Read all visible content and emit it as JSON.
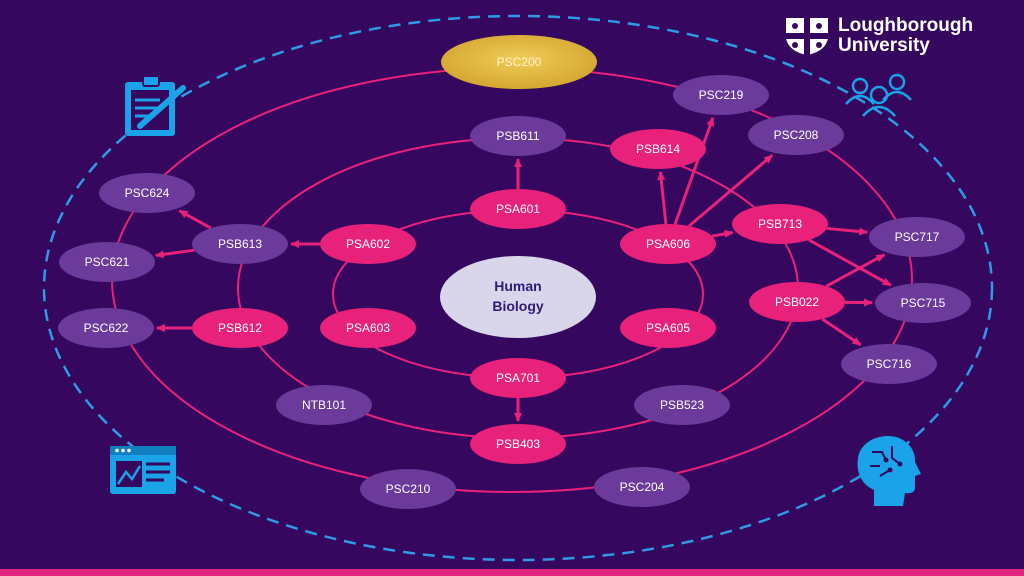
{
  "brand": {
    "name_line1": "Loughborough",
    "name_line2": "University"
  },
  "colors": {
    "background": "#35075e",
    "accent_pink": "#e8217a",
    "node_purple": "#6c3a9a",
    "node_gold": "#e0b43c",
    "center_node": "#d9d6ec",
    "dashed_outline": "#2f9be6",
    "icon_blue": "#1aa3e8"
  },
  "diagram": {
    "center": {
      "line1": "Human",
      "line2": "Biology"
    },
    "nodes": [
      {
        "id": "PSC200",
        "label": "PSC200",
        "style": "gold"
      },
      {
        "id": "PSC219",
        "label": "PSC219",
        "style": "purple"
      },
      {
        "id": "PSC208",
        "label": "PSC208",
        "style": "purple"
      },
      {
        "id": "PSB611",
        "label": "PSB611",
        "style": "purple"
      },
      {
        "id": "PSB614",
        "label": "PSB614",
        "style": "pink"
      },
      {
        "id": "PSC624",
        "label": "PSC624",
        "style": "purple"
      },
      {
        "id": "PSA601",
        "label": "PSA601",
        "style": "pink"
      },
      {
        "id": "PSB713",
        "label": "PSB713",
        "style": "pink"
      },
      {
        "id": "PSC717",
        "label": "PSC717",
        "style": "purple"
      },
      {
        "id": "PSB613",
        "label": "PSB613",
        "style": "purple"
      },
      {
        "id": "PSA602",
        "label": "PSA602",
        "style": "pink"
      },
      {
        "id": "PSA606",
        "label": "PSA606",
        "style": "pink"
      },
      {
        "id": "PSC621",
        "label": "PSC621",
        "style": "purple"
      },
      {
        "id": "PSB022",
        "label": "PSB022",
        "style": "pink"
      },
      {
        "id": "PSC715",
        "label": "PSC715",
        "style": "purple"
      },
      {
        "id": "PSC622",
        "label": "PSC622",
        "style": "purple"
      },
      {
        "id": "PSB612",
        "label": "PSB612",
        "style": "pink"
      },
      {
        "id": "PSA603",
        "label": "PSA603",
        "style": "pink"
      },
      {
        "id": "PSA605",
        "label": "PSA605",
        "style": "pink"
      },
      {
        "id": "PSC716",
        "label": "PSC716",
        "style": "purple"
      },
      {
        "id": "PSA701",
        "label": "PSA701",
        "style": "pink"
      },
      {
        "id": "NTB101",
        "label": "NTB101",
        "style": "purple"
      },
      {
        "id": "PSB523",
        "label": "PSB523",
        "style": "purple"
      },
      {
        "id": "PSB403",
        "label": "PSB403",
        "style": "pink"
      },
      {
        "id": "PSC210",
        "label": "PSC210",
        "style": "purple"
      },
      {
        "id": "PSC204",
        "label": "PSC204",
        "style": "purple"
      }
    ],
    "edges": [
      {
        "from": "PSA601",
        "to": "PSB611"
      },
      {
        "from": "PSA602",
        "to": "PSB613"
      },
      {
        "from": "PSB613",
        "to": "PSC624"
      },
      {
        "from": "PSB613",
        "to": "PSC621"
      },
      {
        "from": "PSB612",
        "to": "PSC622"
      },
      {
        "from": "PSA606",
        "to": "PSB614"
      },
      {
        "from": "PSA606",
        "to": "PSC219"
      },
      {
        "from": "PSA606",
        "to": "PSC208"
      },
      {
        "from": "PSA606",
        "to": "PSB713"
      },
      {
        "from": "PSB713",
        "to": "PSC717"
      },
      {
        "from": "PSB713",
        "to": "PSC715"
      },
      {
        "from": "PSB022",
        "to": "PSC717"
      },
      {
        "from": "PSB022",
        "to": "PSC715"
      },
      {
        "from": "PSB022",
        "to": "PSC716"
      },
      {
        "from": "PSA701",
        "to": "PSB403"
      }
    ]
  },
  "icons": {
    "top_left": "clipboard-pen-icon",
    "top_right": "people-group-icon",
    "bottom_left": "browser-window-icon",
    "bottom_right": "ai-head-icon"
  }
}
